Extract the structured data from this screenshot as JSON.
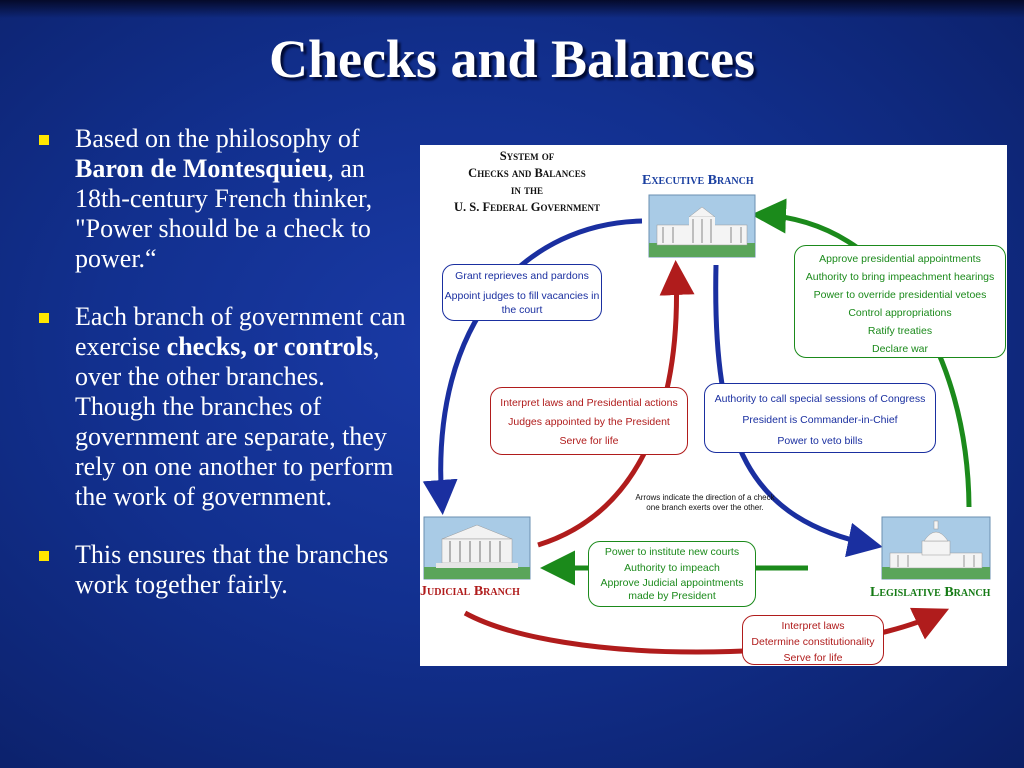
{
  "slide": {
    "title": "Checks and Balances",
    "bullets": [
      {
        "t1": "Based on the philosophy of ",
        "b1": "Baron de Montesquieu",
        "t2": ", an 18th-century French thinker, \"Power should be a check to power.“"
      },
      {
        "t1": "Each branch of government can exercise ",
        "b1": "checks, or controls",
        "t2": ", over the other branches. Though the branches of government are separate, they rely on one another to perform the work of government."
      },
      {
        "t1": "This ensures that the branches work together fairly.",
        "b1": "",
        "t2": ""
      }
    ]
  },
  "diagram": {
    "title_lines": [
      "System of",
      "Checks and Balances",
      "in the",
      "U. S. Federal Government"
    ],
    "executive_label": "Executive Branch",
    "judicial_label": "Judicial Branch",
    "legislative_label": "Legislative Branch",
    "note": "Arrows indicate the direction of a check one branch exerts over the other.",
    "exec_over_judicial": [
      "Grant reprieves and pardons",
      "Appoint judges to fill vacancies in the court"
    ],
    "legis_over_exec": [
      "Approve presidential appointments",
      "Authority to bring impeachment hearings",
      "Power to override presidential vetoes",
      "Control appropriations",
      "Ratify treaties",
      "Declare war"
    ],
    "judicial_over_exec": [
      "Interpret laws and Presidential actions",
      "Judges appointed by the President",
      "Serve for life"
    ],
    "exec_over_legis": [
      "Authority to call special sessions of Congress",
      "President is Commander-in-Chief",
      "Power to veto bills"
    ],
    "legis_over_judicial": [
      "Power to institute new courts",
      "Authority to impeach",
      "Approve Judicial appointments made by President"
    ],
    "judicial_over_legis": [
      "Interpret laws",
      "Determine constitutionality",
      "Serve for life"
    ],
    "colors": {
      "executive": "#1a2fa0",
      "judicial": "#b01c1c",
      "legislative": "#1b8a1b",
      "label_blue": "#1a3fa0",
      "label_red": "#b01c1c",
      "label_green": "#147a14",
      "bullet": "#ffe600"
    }
  }
}
